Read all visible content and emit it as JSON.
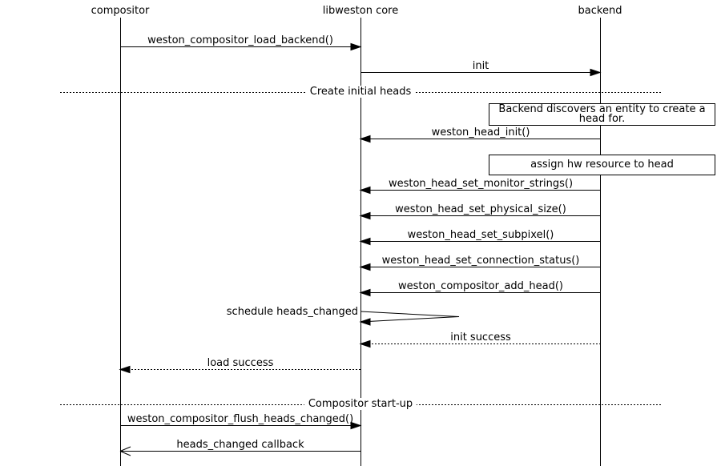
{
  "actors": [
    {
      "label": "compositor"
    },
    {
      "label": "libweston core"
    },
    {
      "label": "backend"
    }
  ],
  "dividers": [
    {
      "label": "Create initial heads"
    },
    {
      "label": "Compositor start-up"
    }
  ],
  "notes": [
    {
      "text": "Backend discovers an entity to create a head for."
    },
    {
      "text": "assign hw resource to head"
    }
  ],
  "messages": [
    {
      "label": "weston_compositor_load_backend()",
      "from": "compositor",
      "to": "libweston core",
      "line": "solid",
      "direction": "right"
    },
    {
      "label": "init",
      "from": "libweston core",
      "to": "backend",
      "line": "solid",
      "direction": "right"
    },
    {
      "label": "weston_head_init()",
      "from": "backend",
      "to": "libweston core",
      "line": "solid",
      "direction": "left"
    },
    {
      "label": "weston_head_set_monitor_strings()",
      "from": "backend",
      "to": "libweston core",
      "line": "solid",
      "direction": "left"
    },
    {
      "label": "weston_head_set_physical_size()",
      "from": "backend",
      "to": "libweston core",
      "line": "solid",
      "direction": "left"
    },
    {
      "label": "weston_head_set_subpixel()",
      "from": "backend",
      "to": "libweston core",
      "line": "solid",
      "direction": "left"
    },
    {
      "label": "weston_head_set_connection_status()",
      "from": "backend",
      "to": "libweston core",
      "line": "solid",
      "direction": "left"
    },
    {
      "label": "weston_compositor_add_head()",
      "from": "backend",
      "to": "libweston core",
      "line": "solid",
      "direction": "left"
    },
    {
      "label": "schedule heads_changed",
      "from": "libweston core",
      "to": "libweston core",
      "line": "solid",
      "direction": "self"
    },
    {
      "label": "init success",
      "from": "backend",
      "to": "libweston core",
      "line": "dotted",
      "direction": "left"
    },
    {
      "label": "load success",
      "from": "libweston core",
      "to": "compositor",
      "line": "dotted",
      "direction": "left"
    },
    {
      "label": "weston_compositor_flush_heads_changed()",
      "from": "compositor",
      "to": "libweston core",
      "line": "solid",
      "direction": "right"
    },
    {
      "label": "heads_changed callback",
      "from": "libweston core",
      "to": "compositor",
      "line": "solid",
      "direction": "left"
    }
  ]
}
